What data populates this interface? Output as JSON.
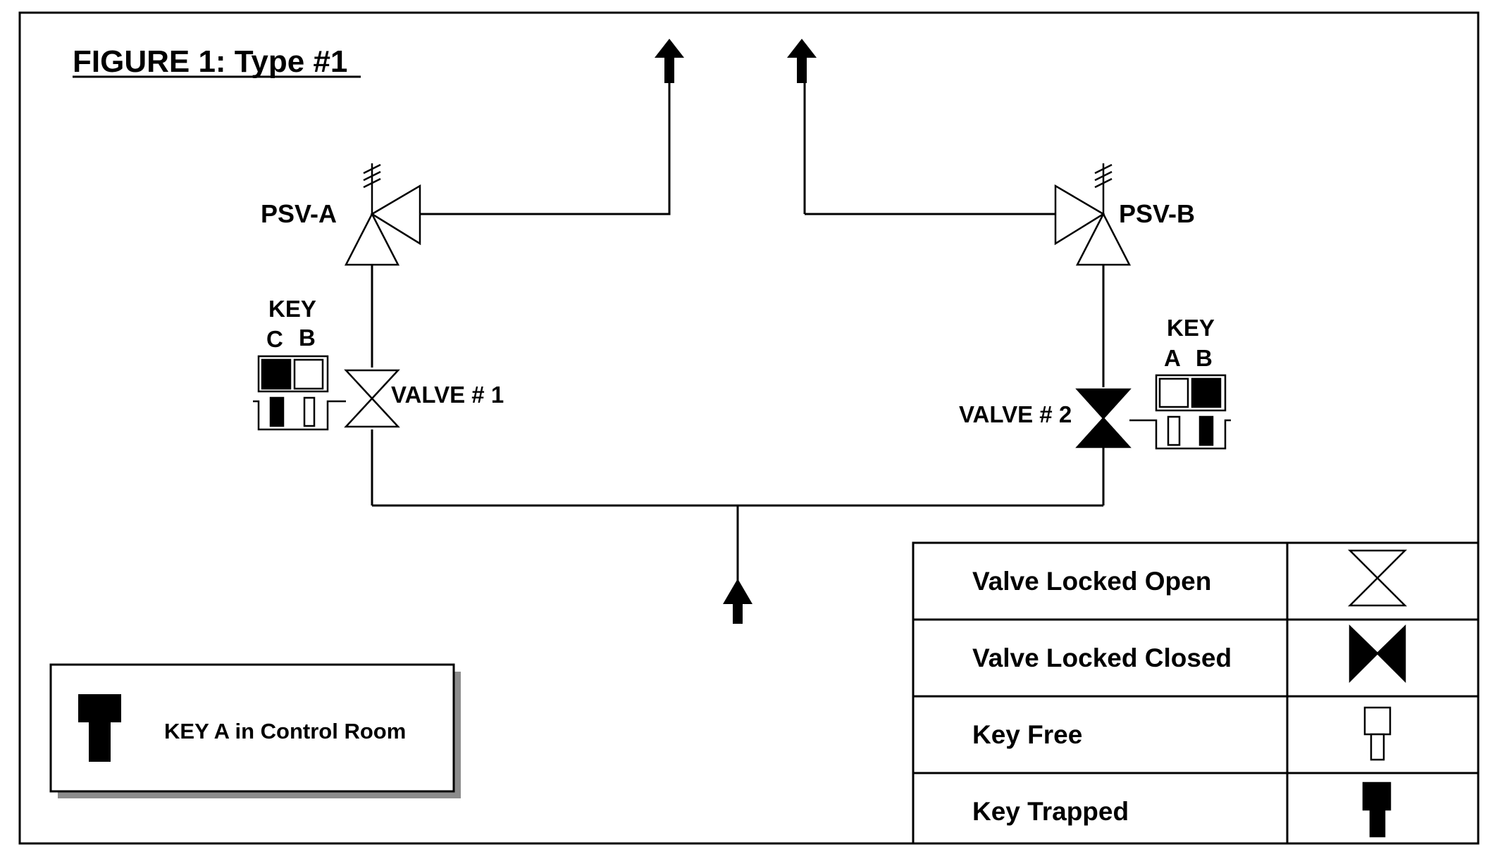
{
  "figure_title": "FIGURE 1: Type #1",
  "psv_a": {
    "label": "PSV-A"
  },
  "psv_b": {
    "label": "PSV-B"
  },
  "valve_1": {
    "label": "VALVE # 1",
    "state": "locked open"
  },
  "valve_2": {
    "label": "VALVE # 2",
    "state": "locked closed"
  },
  "interlock_1": {
    "title": "KEY",
    "left_key": "C",
    "right_key": "B",
    "left_state": "trapped",
    "right_state": "free"
  },
  "interlock_2": {
    "title": "KEY",
    "left_key": "A",
    "right_key": "B",
    "left_state": "free",
    "right_state": "trapped"
  },
  "control_room_note": "KEY A in Control Room",
  "legend": {
    "rows": [
      {
        "label": "Valve Locked Open",
        "icon": "valve-open-icon"
      },
      {
        "label": "Valve Locked Closed",
        "icon": "valve-closed-icon"
      },
      {
        "label": "Key Free",
        "icon": "key-free-icon"
      },
      {
        "label": "Key Trapped",
        "icon": "key-trapped-icon"
      }
    ]
  },
  "colors": {
    "line": "#000000",
    "background": "#ffffff",
    "shadow": "#8c8c8c"
  }
}
